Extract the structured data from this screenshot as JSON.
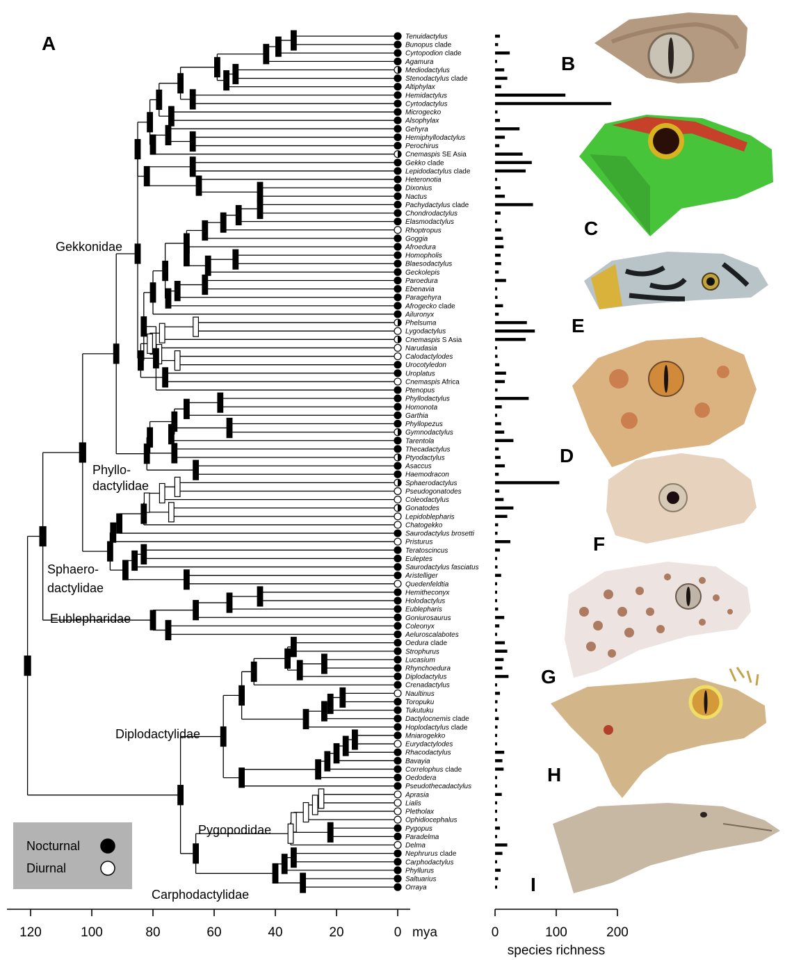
{
  "panel_label": "A",
  "photo_labels": [
    "B",
    "C",
    "D",
    "E",
    "F",
    "G",
    "H",
    "I"
  ],
  "taxa": [
    {
      "name": "Tenuidactylus",
      "suffix": "",
      "act": "N"
    },
    {
      "name": "Bunopus",
      "suffix": " clade",
      "act": "N"
    },
    {
      "name": "Cyrtopodion",
      "suffix": " clade",
      "act": "N"
    },
    {
      "name": "Agamura",
      "suffix": "",
      "act": "N"
    },
    {
      "name": "Mediodactylus",
      "suffix": "",
      "act": "H"
    },
    {
      "name": "Stenodactylus",
      "suffix": " clade",
      "act": "N"
    },
    {
      "name": "Altiphylax",
      "suffix": "",
      "act": "N"
    },
    {
      "name": "Hemidactylus",
      "suffix": "",
      "act": "N"
    },
    {
      "name": "Cyrtodactylus",
      "suffix": "",
      "act": "N"
    },
    {
      "name": "Microgecko",
      "suffix": "",
      "act": "N"
    },
    {
      "name": "Alsophylax",
      "suffix": "",
      "act": "N"
    },
    {
      "name": "Gehyra",
      "suffix": "",
      "act": "N"
    },
    {
      "name": "Hemiphyllodactylus",
      "suffix": "",
      "act": "N"
    },
    {
      "name": "Perochirus",
      "suffix": "",
      "act": "N"
    },
    {
      "name": "Cnemaspis",
      "suffix": " SE Asia",
      "act": "H"
    },
    {
      "name": "Gekko",
      "suffix": " clade",
      "act": "N"
    },
    {
      "name": "Lepidodactylus",
      "suffix": " clade",
      "act": "N"
    },
    {
      "name": "Heteronotia",
      "suffix": "",
      "act": "N"
    },
    {
      "name": "Dixonius",
      "suffix": "",
      "act": "N"
    },
    {
      "name": "Nactus",
      "suffix": "",
      "act": "N"
    },
    {
      "name": "Pachydactylus",
      "suffix": " clade",
      "act": "N"
    },
    {
      "name": "Chondrodactylus",
      "suffix": "",
      "act": "N"
    },
    {
      "name": "Elasmodactylus",
      "suffix": "",
      "act": "N"
    },
    {
      "name": "Rhoptropus",
      "suffix": "",
      "act": "D"
    },
    {
      "name": "Goggia",
      "suffix": "",
      "act": "N"
    },
    {
      "name": "Afroedura",
      "suffix": "",
      "act": "N"
    },
    {
      "name": "Homopholis",
      "suffix": "",
      "act": "N"
    },
    {
      "name": "Blaesodactylus",
      "suffix": "",
      "act": "N"
    },
    {
      "name": "Geckolepis",
      "suffix": "",
      "act": "N"
    },
    {
      "name": "Paroedura",
      "suffix": "",
      "act": "N"
    },
    {
      "name": "Ebenavia",
      "suffix": "",
      "act": "N"
    },
    {
      "name": "Paragehyra",
      "suffix": "",
      "act": "N"
    },
    {
      "name": "Afrogecko",
      "suffix": " clade",
      "act": "N"
    },
    {
      "name": "Ailuronyx",
      "suffix": "",
      "act": "N"
    },
    {
      "name": "Phelsuma",
      "suffix": "",
      "act": "H"
    },
    {
      "name": "Lygodactylus",
      "suffix": "",
      "act": "D"
    },
    {
      "name": "Cnemaspis",
      "suffix": " S Asia",
      "act": "H"
    },
    {
      "name": "Narudasia",
      "suffix": "",
      "act": "D"
    },
    {
      "name": "Calodactylodes",
      "suffix": "",
      "act": "D"
    },
    {
      "name": "Urocotyledon",
      "suffix": "",
      "act": "N"
    },
    {
      "name": "Uroplatus",
      "suffix": "",
      "act": "N"
    },
    {
      "name": "Cnemaspis",
      "suffix": " Africa",
      "act": "D"
    },
    {
      "name": "Ptenopus",
      "suffix": "",
      "act": "N"
    },
    {
      "name": "Phyllodactylus",
      "suffix": "",
      "act": "N"
    },
    {
      "name": "Homonota",
      "suffix": "",
      "act": "N"
    },
    {
      "name": "Garthia",
      "suffix": "",
      "act": "N"
    },
    {
      "name": "Phyllopezus",
      "suffix": "",
      "act": "N"
    },
    {
      "name": "Gymnodactylus",
      "suffix": "",
      "act": "H"
    },
    {
      "name": "Tarentola",
      "suffix": "",
      "act": "N"
    },
    {
      "name": "Thecadactylus",
      "suffix": "",
      "act": "N"
    },
    {
      "name": "Ptyodactylus",
      "suffix": "",
      "act": "H"
    },
    {
      "name": "Asaccus",
      "suffix": "",
      "act": "N"
    },
    {
      "name": "Haemodracon",
      "suffix": "",
      "act": "N"
    },
    {
      "name": "Sphaerodactylus",
      "suffix": "",
      "act": "H"
    },
    {
      "name": "Pseudogonatodes",
      "suffix": "",
      "act": "D"
    },
    {
      "name": "Coleodactylus",
      "suffix": "",
      "act": "D"
    },
    {
      "name": "Gonatodes",
      "suffix": "",
      "act": "H"
    },
    {
      "name": "Lepidoblepharis",
      "suffix": "",
      "act": "D"
    },
    {
      "name": "Chatogekko",
      "suffix": "",
      "act": "D"
    },
    {
      "name": "Saurodactylus brosetti",
      "suffix": "",
      "act": "N"
    },
    {
      "name": "Pristurus",
      "suffix": "",
      "act": "D"
    },
    {
      "name": "Teratoscincus",
      "suffix": "",
      "act": "N"
    },
    {
      "name": "Euleptes",
      "suffix": "",
      "act": "N"
    },
    {
      "name": "Saurodactylus fasciatus",
      "suffix": "",
      "act": "N"
    },
    {
      "name": "Aristelliger",
      "suffix": "",
      "act": "N"
    },
    {
      "name": "Quedenfeldtia",
      "suffix": "",
      "act": "D"
    },
    {
      "name": "Hemitheconyx",
      "suffix": "",
      "act": "N"
    },
    {
      "name": "Holodactylus",
      "suffix": "",
      "act": "N"
    },
    {
      "name": "Eublepharis",
      "suffix": "",
      "act": "N"
    },
    {
      "name": "Goniurosaurus",
      "suffix": "",
      "act": "N"
    },
    {
      "name": "Coleonyx",
      "suffix": "",
      "act": "N"
    },
    {
      "name": "Aeluroscalabotes",
      "suffix": "",
      "act": "N"
    },
    {
      "name": "Oedura",
      "suffix": " clade",
      "act": "N"
    },
    {
      "name": "Strophurus",
      "suffix": "",
      "act": "N"
    },
    {
      "name": "Lucasium",
      "suffix": "",
      "act": "N"
    },
    {
      "name": "Rhynchoedura",
      "suffix": "",
      "act": "N"
    },
    {
      "name": "Diplodactylus",
      "suffix": "",
      "act": "N"
    },
    {
      "name": "Crenadactylus",
      "suffix": "",
      "act": "N"
    },
    {
      "name": "Naultinus",
      "suffix": "",
      "act": "D"
    },
    {
      "name": "Toropuku",
      "suffix": "",
      "act": "N"
    },
    {
      "name": "Tukutuku",
      "suffix": "",
      "act": "N"
    },
    {
      "name": "Dactylocnemis",
      "suffix": " clade",
      "act": "N"
    },
    {
      "name": "Hoplodactylus",
      "suffix": " clade",
      "act": "N"
    },
    {
      "name": "Mniarogekko",
      "suffix": "",
      "act": "N"
    },
    {
      "name": "Eurydactylodes",
      "suffix": "",
      "act": "D"
    },
    {
      "name": "Rhacodactylus",
      "suffix": "",
      "act": "N"
    },
    {
      "name": "Bavayia",
      "suffix": "",
      "act": "N"
    },
    {
      "name": "Correlophus",
      "suffix": " clade",
      "act": "N"
    },
    {
      "name": "Oedodera",
      "suffix": "",
      "act": "N"
    },
    {
      "name": "Pseudothecadactylus",
      "suffix": "",
      "act": "N"
    },
    {
      "name": "Aprasia",
      "suffix": "",
      "act": "D"
    },
    {
      "name": "Lialis",
      "suffix": "",
      "act": "D"
    },
    {
      "name": "Pletholax",
      "suffix": "",
      "act": "D"
    },
    {
      "name": "Ophidiocephalus",
      "suffix": "",
      "act": "D"
    },
    {
      "name": "Pygopus",
      "suffix": "",
      "act": "N"
    },
    {
      "name": "Paradelma",
      "suffix": "",
      "act": "N"
    },
    {
      "name": "Delma",
      "suffix": "",
      "act": "D"
    },
    {
      "name": "Nephrurus",
      "suffix": " clade",
      "act": "N"
    },
    {
      "name": "Carphodactylus",
      "suffix": "",
      "act": "N"
    },
    {
      "name": "Phyllurus",
      "suffix": "",
      "act": "N"
    },
    {
      "name": "Saltuarius",
      "suffix": "",
      "act": "N"
    },
    {
      "name": "Orraya",
      "suffix": "",
      "act": "N"
    }
  ],
  "species_richness": [
    8,
    5,
    24,
    3,
    15,
    20,
    10,
    115,
    190,
    4,
    8,
    40,
    16,
    7,
    45,
    60,
    50,
    3,
    9,
    16,
    62,
    9,
    3,
    10,
    13,
    14,
    9,
    10,
    6,
    18,
    3,
    4,
    13,
    6,
    52,
    65,
    50,
    3,
    4,
    7,
    18,
    16,
    4,
    55,
    11,
    3,
    10,
    15,
    30,
    6,
    9,
    16,
    6,
    105,
    7,
    14,
    30,
    20,
    5,
    4,
    25,
    8,
    3,
    4,
    10,
    2,
    1,
    3,
    5,
    15,
    7,
    1,
    16,
    20,
    14,
    12,
    22,
    2,
    8,
    4,
    2,
    6,
    4,
    3,
    2,
    15,
    12,
    14,
    2,
    2,
    11,
    3,
    3,
    2,
    8,
    1,
    20,
    12,
    1,
    9,
    5,
    1
  ],
  "richness_axis": {
    "ticks": [
      "0",
      "100",
      "200"
    ],
    "label": "species richness"
  },
  "time_axis": {
    "ticks": [
      "120",
      "100",
      "80",
      "60",
      "40",
      "20",
      "0"
    ],
    "unit": "mya"
  },
  "families": [
    "Gekkonidae",
    "Phyllo-",
    "dactylidae",
    "Sphaero-",
    "dactylidae",
    "Eublepharidae",
    "Diplodactylidae",
    "Pygopodidae",
    "Carphodactylidae"
  ],
  "legend": {
    "nocturnal": "Nocturnal",
    "diurnal": "Diurnal"
  },
  "colors": {
    "branch": "#000000",
    "legend_bg": "#b3b3b3",
    "nocturnal": "#000000",
    "diurnal": "#ffffff"
  }
}
